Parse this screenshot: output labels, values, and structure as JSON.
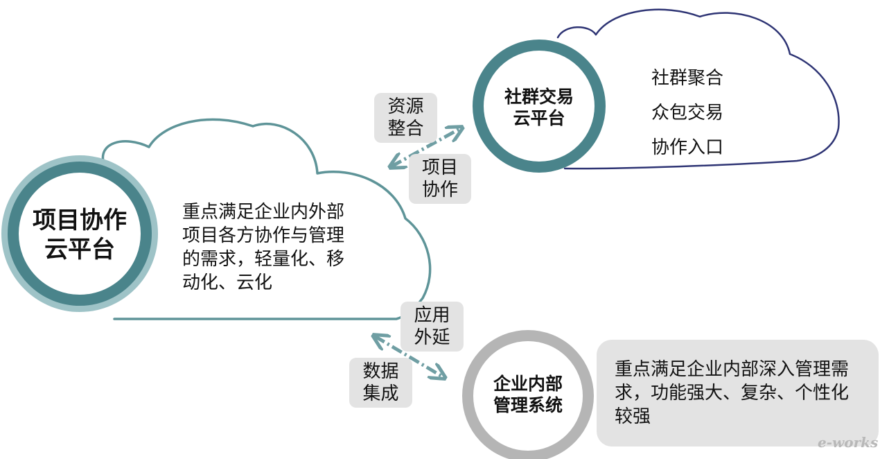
{
  "nodes": {
    "project_platform": {
      "title_line1": "项目协作",
      "title_line2": "云平台",
      "desc_lines": [
        "重点满足企业内外部",
        "项目各方协作与管理",
        "的需求，轻量化、移",
        "动化、云化"
      ]
    },
    "community_platform": {
      "title_line1": "社群交易",
      "title_line2": "云平台",
      "items": [
        "社群聚合",
        "众包交易",
        "协作入口"
      ]
    },
    "internal_system": {
      "title_line1": "企业内部",
      "title_line2": "管理系统",
      "desc_lines": [
        "重点满足企业内部深入管理需",
        "求，功能强大、复杂、个性化",
        "较强"
      ]
    }
  },
  "links": {
    "upper": {
      "label_a": [
        "资源",
        "整合"
      ],
      "label_b": [
        "项目",
        "协作"
      ]
    },
    "lower": {
      "label_a": [
        "应用",
        "外延"
      ],
      "label_b": [
        "数据",
        "集成"
      ]
    }
  },
  "watermark": "e-works",
  "colors": {
    "teal_ring": "#4a848b",
    "teal_ring_light": "#9ec3c7",
    "teal_cloud": "#5e9498",
    "navy_cloud": "#2e3474",
    "gray_ring": "#b5b5b5",
    "tag_bg": "#e3e3e3"
  }
}
